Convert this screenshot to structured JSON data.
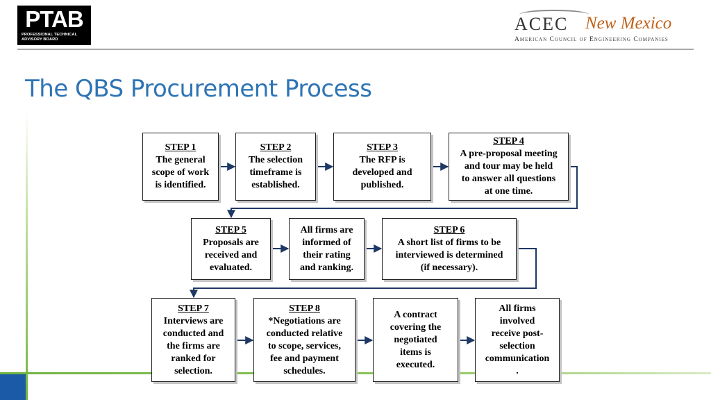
{
  "header": {
    "left_logo": {
      "mark": "PTAB",
      "sub_line1": "PROFESSIONAL TECHNICAL",
      "sub_line2": "ADVISORY BOARD"
    },
    "right_logo": {
      "acec": "ACEC",
      "state": "New Mexico",
      "tagline": "American Council of Engineering Companies"
    }
  },
  "title": "The QBS Procurement Process",
  "steps": [
    {
      "head": "STEP 1",
      "text": "The general\nscope of work\nis identified."
    },
    {
      "head": "STEP 2",
      "text": "The selection\ntimeframe is\nestablished."
    },
    {
      "head": "STEP 3",
      "text": "The RFP is\ndeveloped and\npublished."
    },
    {
      "head": "STEP 4",
      "text": "A pre-proposal meeting\nand tour may be held\nto answer all questions\nat one time."
    },
    {
      "head": "STEP 5",
      "text": "Proposals are\nreceived and\nevaluated."
    },
    {
      "head": "",
      "text": "All firms are\ninformed of\ntheir rating\nand ranking."
    },
    {
      "head": "STEP 6",
      "text": "A short list of firms to be\ninterviewed is determined\n(if necessary)."
    },
    {
      "head": "STEP 7",
      "text": "Interviews are\nconducted and\nthe firms are\nranked for\nselection."
    },
    {
      "head": "STEP 8",
      "text": "*Negotiations are\nconducted relative\nto scope, services,\nfee and payment\nschedules."
    },
    {
      "head": "",
      "text": "A contract\ncovering the\nnegotiated\nitems is\nexecuted."
    },
    {
      "head": "",
      "text": "All firms\ninvolved\nreceive post-\nselection\ncommunication\n."
    }
  ],
  "colors": {
    "title": "#2e74b5",
    "connector": "#1f3864",
    "accent_green": "#6fb43f",
    "accent_blue": "#1a5aa6"
  }
}
